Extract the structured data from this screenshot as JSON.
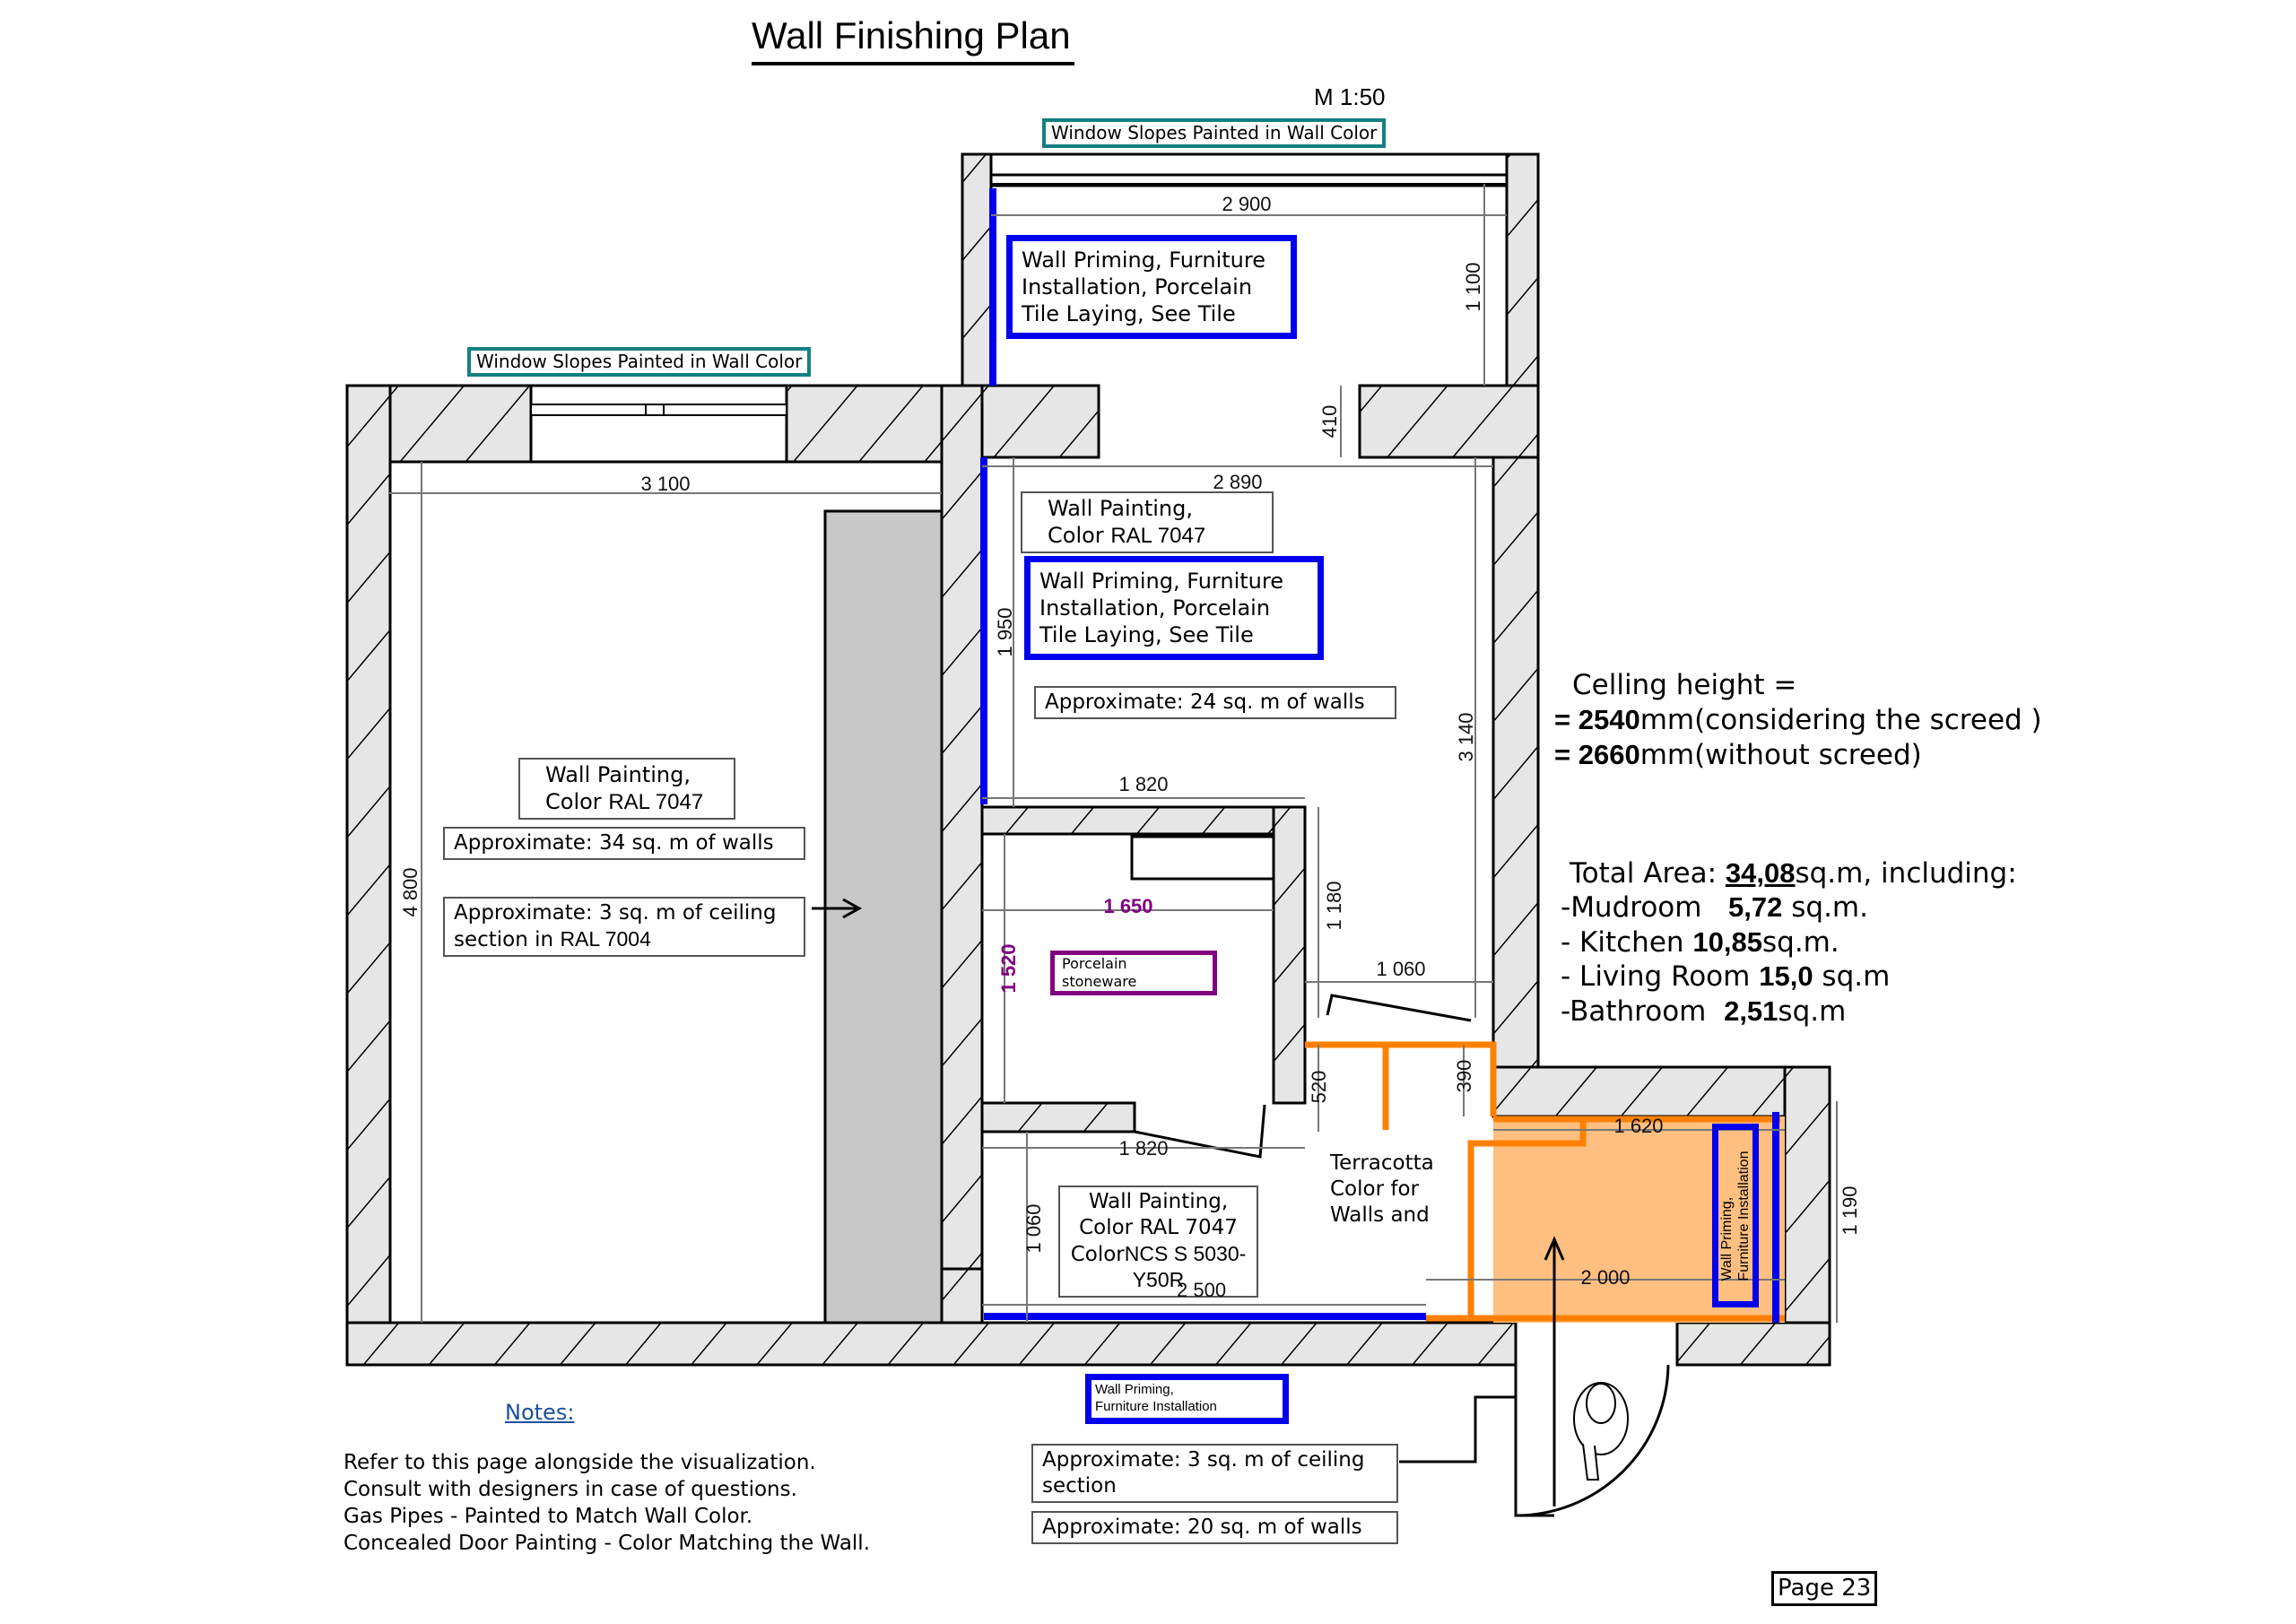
{
  "title": "Wall Finishing Plan",
  "scale": "M 1:50",
  "page_label": "Page 23",
  "colors": {
    "wall_fill": "#e6e6e6",
    "priming_blue": "#0000ee",
    "terracotta_orange": "#ff8000",
    "terracotta_fill": "#ffbf80",
    "window_slope_teal": "#118080",
    "porcelain_purple": "#800080",
    "ceiling_gray": "#c8c8c8"
  },
  "callouts": {
    "window_slopes_top": "Window Slopes Painted in Wall Color",
    "window_slopes_left": "Window Slopes Painted in Wall Color",
    "upper_priming": [
      "Wall Priming, Furniture",
      "Installation, Porcelain",
      "Tile Laying, See Tile"
    ],
    "kitchen_painting": {
      "line1": "Wall Painting,",
      "line2_prefix": "Color",
      "line2_code": "RAL 7047"
    },
    "kitchen_priming": [
      "Wall Priming, Furniture",
      "Installation, Porcelain",
      "Tile Laying, See Tile"
    ],
    "kitchen_walls_area": "Approximate: 24 sq. m of walls",
    "living_painting": {
      "line1": "Wall Painting,",
      "line2_prefix": "Color",
      "line2_code": "RAL 7047"
    },
    "living_walls_area": "Approximate: 34 sq. m of walls",
    "living_ceiling": {
      "line1": "Approximate: 3 sq. m of ceiling",
      "line2_prefix": "section in",
      "line2_code": "RAL 7004"
    },
    "porcelain": "Porcelain stoneware",
    "hall_painting": {
      "line1": "Wall Painting,",
      "line2": "Color RAL 7047",
      "line3_prefix": "Color",
      "line3_code": "NCS S 5030-Y50R"
    },
    "terracotta": [
      "Terracotta",
      "Color for",
      "Walls and"
    ],
    "bath_priming": [
      "Wall Priming,",
      "Furniture Installation"
    ],
    "bottom_priming": [
      "Wall Priming,",
      "Furniture Installation"
    ],
    "mudroom_ceiling": [
      "Approximate: 3 sq. m of ceiling",
      "section"
    ],
    "mudroom_walls_area": "Approximate: 20 sq. m of walls"
  },
  "dimensions": {
    "upper_width": "2 900",
    "upper_height": "1 100",
    "opening": "410",
    "living_width": "3 100",
    "living_height": "4 800",
    "kitchen_width": "2 890",
    "kitchen_left_height": "1 950",
    "kitchen_right_height": "3 140",
    "kitchen_bottom": "1 820",
    "bath_width": "1 650",
    "bath_height": "1 520",
    "corridor_height": "1 180",
    "corridor_width": "1 060",
    "hall_520": "520",
    "hall_390": "390",
    "hall_top": "1 820",
    "hall_height": "1 060",
    "hall_bottom": "2 500",
    "mud_top": "1 620",
    "mud_bottom": "2 000",
    "mud_height": "1 190"
  },
  "ceiling_height": {
    "heading": "Celling height =",
    "lines": [
      {
        "prefix": "= ",
        "value": "2540",
        "suffix": "mm(considering the screed )"
      },
      {
        "prefix": "= ",
        "value": "2660",
        "suffix": "mm(without screed)"
      }
    ]
  },
  "areas": {
    "total_prefix": "Total Area: ",
    "total_value": "34,08",
    "total_suffix": "sq.m, including:",
    "rooms": [
      {
        "name": "Mudroom",
        "value": "5,72",
        "unit": "sq.m."
      },
      {
        "name": "Kitchen",
        "value": "10,85",
        "unit": "sq.m."
      },
      {
        "name": "Living Room",
        "value": "15,0",
        "unit": "sq.m"
      },
      {
        "name": "Bathroom",
        "value": "2,51",
        "unit": "sq.m"
      }
    ]
  },
  "notes": {
    "heading": "Notes:",
    "items": [
      "Refer to this page alongside the visualization.",
      "Consult with designers in case of questions.",
      "Gas Pipes - Painted to Match Wall Color.",
      "Concealed Door Painting - Color Matching the Wall."
    ]
  }
}
